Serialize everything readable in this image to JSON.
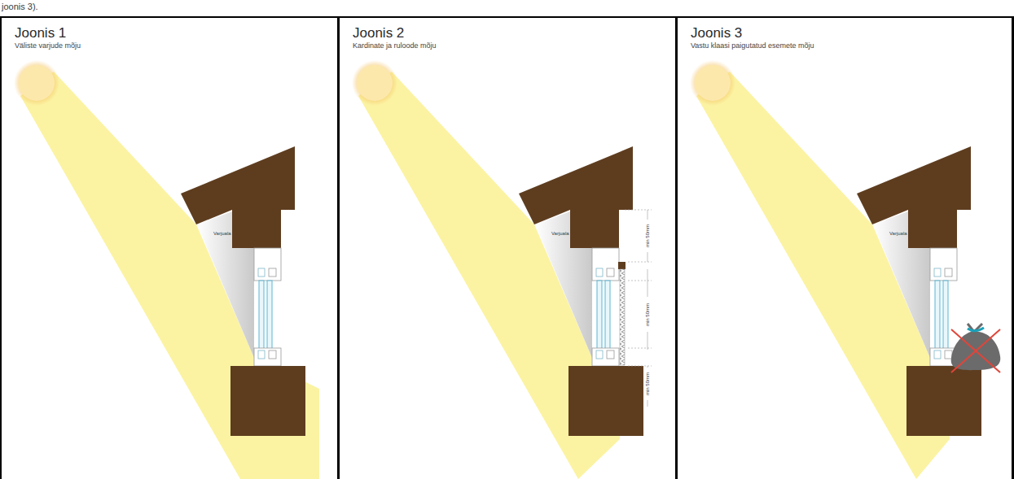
{
  "diagram": {
    "nodes": [
      {
        "text": [
          "Joonis 1",
          "Väliste varjude mõju"
        ]
      },
      {
        "text": [
          "Joonis 2",
          "Kardinate ja ruloode mõju"
        ]
      },
      {
        "text": [
          "Joonis 3",
          "Vastu klaasi paigutatud esemete mõju"
        ]
      }
    ],
    "labels": [
      "joonis 3).",
      "Varjuala",
      "min 50mm",
      "min 50mm",
      "min 50mm",
      "Varjuala",
      "Varjuala"
    ]
  }
}
